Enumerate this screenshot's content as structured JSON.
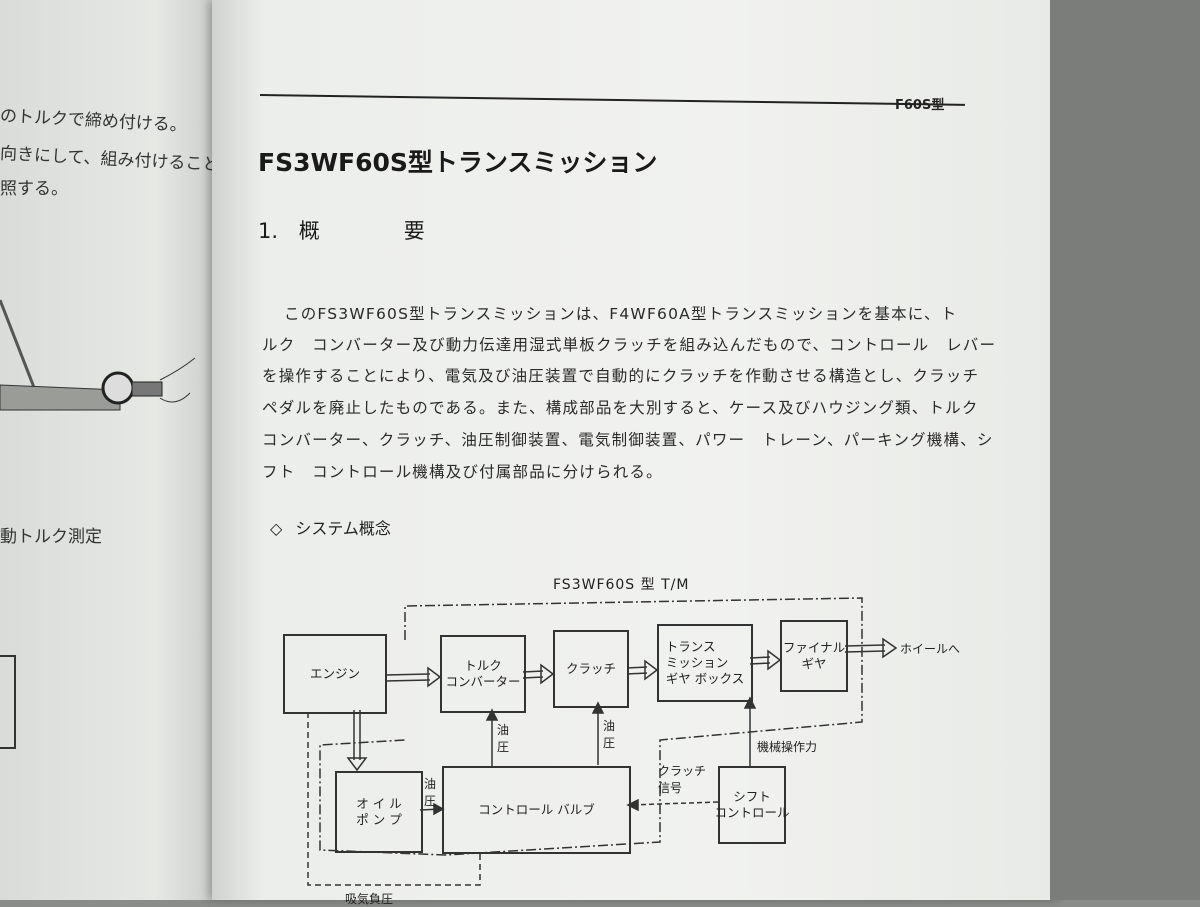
{
  "left_page": {
    "lines": [
      "のトルクで締め付ける。",
      "向きにして、組み付けること。",
      "照する。"
    ],
    "caption": "動トルク測定"
  },
  "header": {
    "model_tag": "F60S型"
  },
  "title": "FS3WF60S型トランスミッション",
  "section": {
    "number": "1.",
    "heading": "概　　　　要"
  },
  "paragraph": [
    "このFS3WF60S型トランスミッションは、F4WF60A型トランスミッションを基本に、ト",
    "ルク　コンバーター及び動力伝達用湿式単板クラッチを組み込んだもので、コントロール　レバー",
    "を操作することにより、電気及び油圧装置で自動的にクラッチを作動させる構造とし、クラッチ",
    "ペダルを廃止したものである。また、構成部品を大別すると、ケース及びハウジング類、トルク",
    "コンバーター、クラッチ、油圧制御装置、電気制御装置、パワー　トレーン、パーキング機構、シ",
    "フト　コントロール機構及び付属部品に分けられる。"
  ],
  "subsection": {
    "bullet": "◇",
    "heading": "システム概念"
  },
  "diagram": {
    "title": "FS3WF60S 型 T/M",
    "boxes": {
      "engine": "エンジン",
      "torque_converter": "トルク\nコンバーター",
      "clutch": "クラッチ",
      "transmission_gearbox": "トランス\nミッション\nギヤ ボックス",
      "final_gear": "ファイナル\nギヤ",
      "oil_pump": "オ イ ル\nポ ン プ",
      "control_valve": "コントロール バルブ",
      "shift_control": "シフト\nコントロール"
    },
    "labels": {
      "to_wheel": "ホイールへ",
      "oil_pressure_1": "油\n圧",
      "oil_pressure_2": "油\n圧",
      "oil_pressure_3": "油\n圧",
      "clutch_signal": "クラッチ\n信号",
      "mechanical_force": "機械操作力",
      "intake_vacuum": "吸気負圧"
    }
  }
}
